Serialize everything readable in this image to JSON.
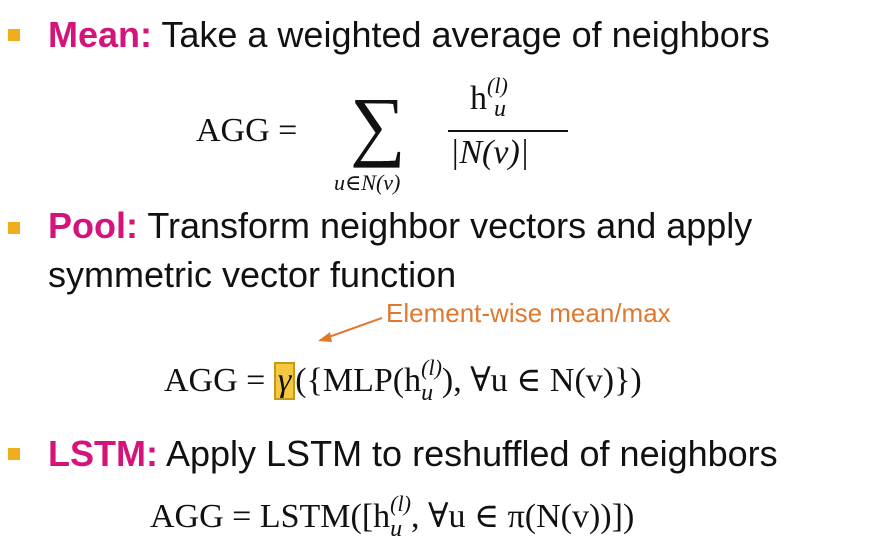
{
  "bullets": [
    {
      "keyword": "Mean:",
      "text": " Take a weighted average of neighbors"
    },
    {
      "keyword": "Pool:",
      "text": " Transform neighbor vectors and apply",
      "text_line2": "symmetric vector function"
    },
    {
      "keyword": "LSTM:",
      "text": " Apply LSTM to reshuffled of neighbors"
    }
  ],
  "formulas": {
    "mean": {
      "lhs": "AGG =",
      "sum_symbol": "∑",
      "sum_sub": "u∈N(v)",
      "numerator_h": "h",
      "numerator_sup": "(l)",
      "numerator_sub": "u",
      "denominator": "|N(v)|"
    },
    "pool": {
      "lhs": "AGG =",
      "gamma": "γ",
      "body_start": "({MLP(h",
      "sup": "(l)",
      "sub": "u",
      "body_end": "), ∀u ∈ N(v)})"
    },
    "lstm": {
      "lhs": "AGG = LSTM([h",
      "sup": "(l)",
      "sub": "u",
      "body_end": ", ∀u ∈ π(N(v))])"
    }
  },
  "annotation": {
    "text": "Element-wise mean/max",
    "color": "#e07830"
  },
  "colors": {
    "keyword": "#d4147b",
    "bullet": "#f0ad1e",
    "highlight": "#f5c842"
  }
}
